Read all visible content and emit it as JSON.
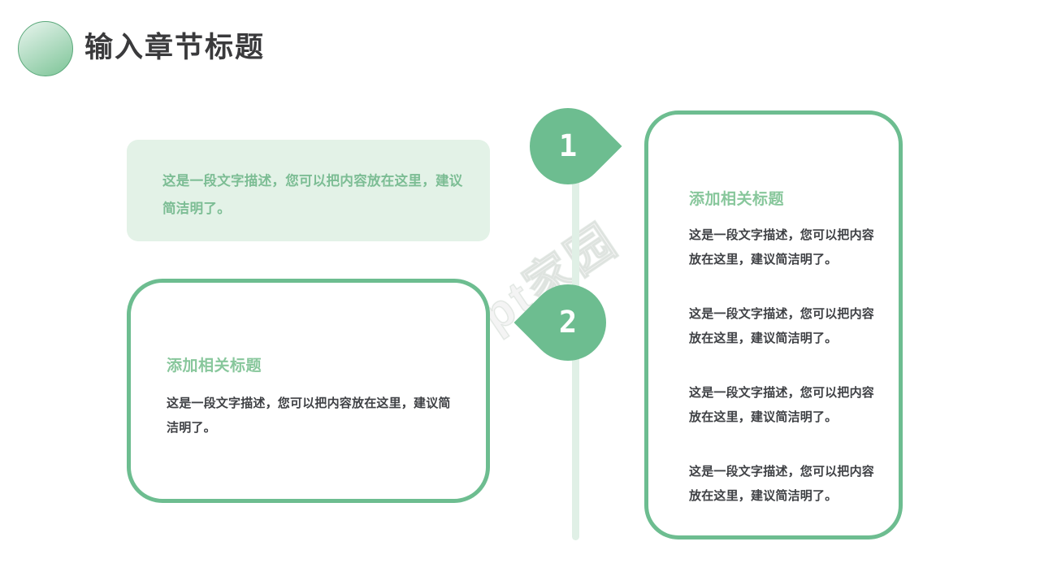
{
  "header": {
    "title": "输入章节标题",
    "bullet_icon": "gradient-circle-icon"
  },
  "watermark": {
    "text": "ppt家园"
  },
  "timeline": {
    "markers": [
      {
        "number": "1",
        "direction": "right"
      },
      {
        "number": "2",
        "direction": "left"
      }
    ]
  },
  "left_column": {
    "tint_box": {
      "text": "这是一段文字描述，您可以把内容放在这里，建议简洁明了。"
    },
    "outline_card": {
      "heading": "添加相关标题",
      "text": "这是一段文字描述，您可以把内容放在这里，建议简洁明了。"
    }
  },
  "right_panel": {
    "heading": "添加相关标题",
    "paragraphs": [
      "这是一段文字描述，您可以把内容放在这里，建议简洁明了。",
      "这是一段文字描述，您可以把内容放在这里，建议简洁明了。",
      "这是一段文字描述，您可以把内容放在这里，建议简洁明了。",
      "这是一段文字描述，您可以把内容放在这里，建议简洁明了。"
    ]
  },
  "colors": {
    "accent_green": "#6dbd90",
    "tint_green": "#e3f2e7",
    "heading_green": "#88c79c",
    "body_text": "#3f4145",
    "title_text": "#3a3a3c",
    "line_green": "#e0f0e6"
  }
}
